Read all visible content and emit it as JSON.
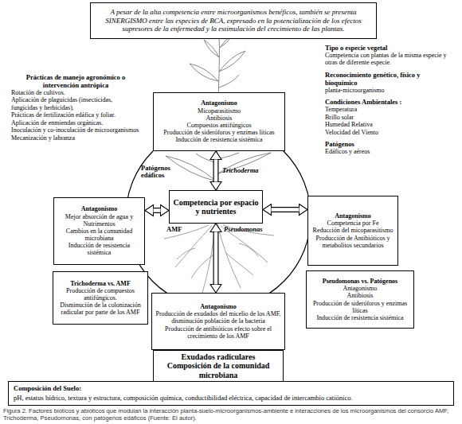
{
  "diagram": {
    "caption": "Figura 2. Factores bióticos y abióticos que modulan la interacción planta-suelo-microorganismos-ambiente e interacciones de los microorganismos del consorcio AMF, Trichoderma, Pseudomonas, con patógenos edáficos (Fuente: El autor).",
    "nodes": [
      {
        "text": [
          "A pesar de la alta competencia entre microorganismos benéficos, también se presenta SINERGISMO entre las especies de BCA, expresado en la potencialización de los efectos supresores de la enfermedad y la estimulación del crecimiento de las plantas."
        ]
      },
      {
        "text": [
          "Antagonismo",
          "Micoparasitismo",
          "Antibiosis",
          "Compuestos antifúngicos",
          "Producción de sideróforos y enzimas líticas",
          "Inducción de resistencia sistémica"
        ]
      },
      {
        "text": [
          "Patógenos edáficos",
          "Trichoderma",
          "AMF",
          "Pseudomonas"
        ]
      },
      {
        "text": [
          "Competencia por espacio y nutrientes"
        ],
        "in": 2
      },
      {
        "text": [
          "Antagonismo",
          "Mejor absorción de agua y Nutrimentos",
          "Cambios en la comunidad microbiana",
          "Inducción de resistencia sistémica"
        ]
      },
      {
        "text": [
          "Antagonismo",
          "Competencia por Fe",
          "Reducción del micoparasitismo",
          "Producción de Antibióticos y metabolitos secundarios"
        ]
      },
      {
        "text": [
          "Trichoderma vs. AMF",
          "Producción de compuestos antifúngicos.",
          "Disminución de la colonización radicular por parte de los AMF"
        ]
      },
      {
        "text": [
          "Pseudomonas vs. Patógenos",
          "Antagonismo",
          "Antibiosis",
          "Producción de sideróforos y enzimas líticas",
          "Inducción de resistencia sistémica"
        ]
      },
      {
        "text": [
          "Antagonismo",
          "Producción de exudados del micelio de los AMF, disminución población de la bacteria",
          "Producción de antibióticos efecto sobre el crecimiento de los AMF"
        ]
      },
      {
        "text": [
          "Exudados radiculares",
          "Composición de la comunidad microbiana"
        ]
      },
      {
        "text": [
          "Composición del Suelo:",
          "pH, estatus hídrico, textura y estructura, composición química, conductibilidad eléctrica, capacidad de intercambio catiónico."
        ]
      }
    ],
    "edges": [
      {
        "from": 1,
        "to": 3,
        "arrow": "both"
      },
      {
        "from": 4,
        "to": 3,
        "arrow": "both"
      },
      {
        "from": 5,
        "to": 3,
        "arrow": "both"
      },
      {
        "from": 8,
        "to": 3,
        "arrow": "both"
      }
    ],
    "labels": [
      "Prácticas de manejo agronómico o intervención antrópica",
      "Rotación de cultivos.",
      "Aplicación de plaguicidas (insecticidas, fungicidas y herbicidas).",
      "Prácticas de fertilización edáfica y foliar.",
      "Aplicación de enmiendas orgánicas.",
      "Inoculación y co-inoculación de microorganismos",
      "Mecanización y labranza",
      "Tipo o especie vegetal",
      "Competencia con plantas de la misma especie y otras de diferente especie.",
      "Reconocimiento genético, físico y bioquímico",
      "planta-microorganismo",
      "Condiciones Ambientales :",
      "Temperatura",
      "Brillo solar",
      "Humedad Relativa",
      "Velocidad del Viento",
      "Patógenos",
      "Edáficos y aéreos"
    ]
  }
}
